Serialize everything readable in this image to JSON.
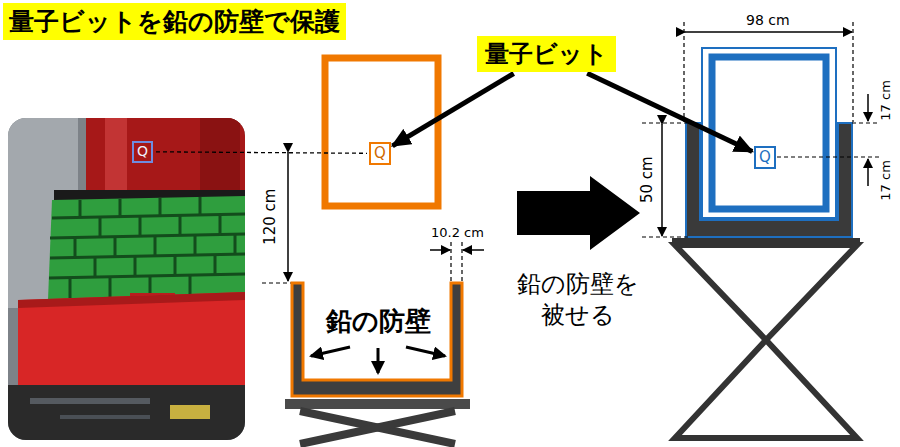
{
  "diagram": {
    "title": "量子ビットを鉛の防壁で保護",
    "nodes": [
      {
        "text": [
          "量子ビット"
        ]
      },
      {
        "text": [
          "Q"
        ]
      },
      {
        "text": [
          "Q"
        ]
      },
      {
        "text": [
          "Q"
        ]
      }
    ],
    "edges": [
      {
        "from": 0,
        "to": 2,
        "arrow": "to"
      },
      {
        "from": 0,
        "to": 3,
        "arrow": "to"
      },
      {
        "from": 1,
        "to": 2,
        "arrow": "none"
      }
    ],
    "labels": [
      "120 cm",
      "10.2 cm",
      "鉛の防壁",
      "鉛の防壁を 被せる",
      "98 cm",
      "50 cm",
      "17 cm",
      "17 cm"
    ]
  }
}
